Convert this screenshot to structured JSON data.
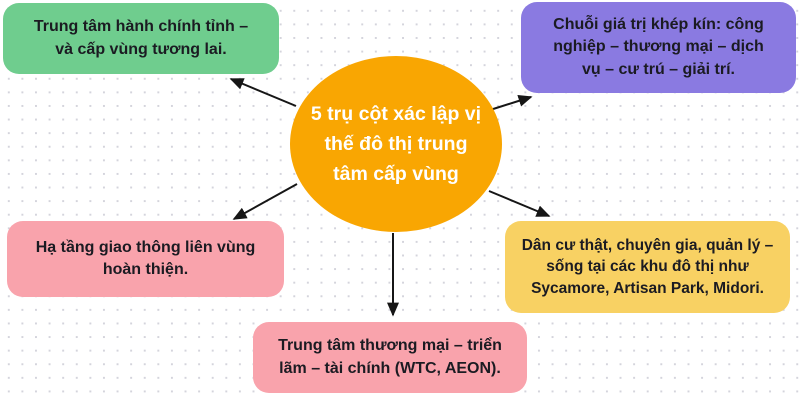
{
  "diagram": {
    "background_dot_color": "#d4d4dc",
    "arrow_color": "#161616",
    "center": {
      "fill": "#F9A602",
      "text_color": "#FFFFFF",
      "text": "5 trụ cột xác lập vị thế đô thị trung tâm cấp vùng",
      "lines": [
        "5 trụ cột xác lập vị",
        "thế đô thị trung",
        "tâm cấp vùng"
      ]
    },
    "nodes": {
      "admin": {
        "fill": "#6FCD8E",
        "text": "Trung tâm hành chính tỉnh – và cấp vùng tương lai.",
        "lines": [
          "Trung tâm hành chính tỉnh –",
          "và cấp vùng tương lai."
        ]
      },
      "value_chain": {
        "fill": "#8A7AE1",
        "text": "Chuỗi giá trị khép kín: công nghiệp – thương mại – dịch vụ – cư trú – giải trí.",
        "lines": [
          "Chuỗi giá trị khép kín: công",
          "nghiệp – thương mại – dịch",
          "vụ – cư trú – giải trí."
        ]
      },
      "infrastructure": {
        "fill": "#F9A3AC",
        "text": "Hạ tầng giao thông liên vùng hoàn thiện.",
        "lines": [
          "Hạ tầng giao thông liên vùng",
          "hoàn thiện."
        ]
      },
      "residents": {
        "fill": "#F8D163",
        "text": "Dân cư thật, chuyên gia, quản lý – sống tại các khu đô thị như Sycamore, Artisan Park, Midori.",
        "lines": [
          "Dân cư thật, chuyên gia, quản lý –",
          "sống tại các khu đô thị như",
          "Sycamore, Artisan Park, Midori."
        ]
      },
      "commerce": {
        "fill": "#F9A3AC",
        "text": "Trung tâm thương mại – triển lãm – tài chính (WTC, AEON).",
        "lines": [
          "Trung tâm thương mại – triển",
          "lãm – tài chính (WTC, AEON)."
        ]
      }
    }
  }
}
